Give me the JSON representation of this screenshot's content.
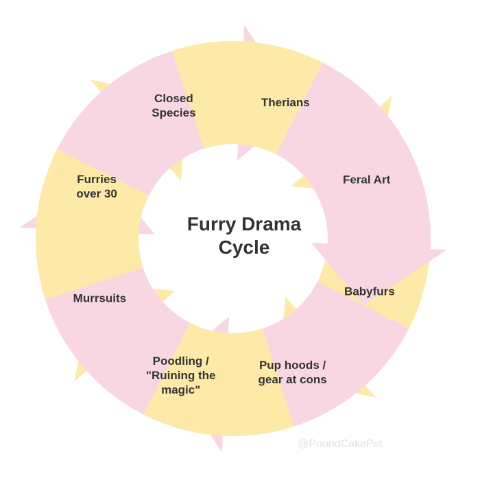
{
  "diagram": {
    "title_lines": [
      "Furry Drama",
      "Cycle"
    ],
    "segments": [
      {
        "label_lines": [
          "Feral Art"
        ]
      },
      {
        "label_lines": [
          "Babyfurs"
        ]
      },
      {
        "label_lines": [
          "Pup hoods /",
          "gear at cons"
        ]
      },
      {
        "label_lines": [
          "Poodling /",
          "\"Ruining the",
          "magic\""
        ]
      },
      {
        "label_lines": [
          "Murrsuits"
        ]
      },
      {
        "label_lines": [
          "Furries",
          "over 30"
        ]
      },
      {
        "label_lines": [
          "Closed",
          "Species"
        ]
      },
      {
        "label_lines": [
          "Therians"
        ]
      }
    ],
    "colors": {
      "pink": "#f8d7e3",
      "yellow": "#fdeaa8",
      "text": "#333333"
    },
    "watermark": "@PoundCakePet"
  }
}
